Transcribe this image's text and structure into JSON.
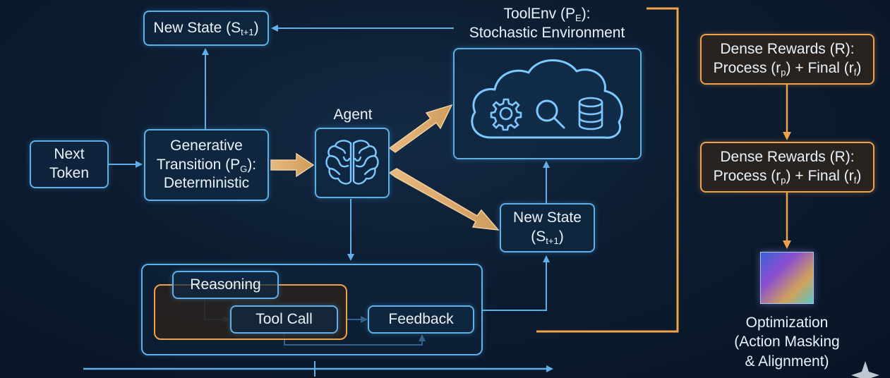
{
  "nodes": {
    "next_token": {
      "line1": "Next",
      "line2": "Token"
    },
    "new_state_top": {
      "text": "New State (S",
      "sub": "t+1",
      "close": ")"
    },
    "generative": {
      "line1": "Generative",
      "line2_pre": "Transition (P",
      "line2_sub": "G",
      "line2_post": "):",
      "line3": "Deterministic"
    },
    "agent": {
      "label": "Agent"
    },
    "toolenv": {
      "line1_pre": "ToolEnv (P",
      "line1_sub": "E",
      "line1_post": "):",
      "line2": "Stochastic Environment"
    },
    "new_state_mid": {
      "line1": "New State",
      "line2_pre": "(S",
      "line2_sub": "t+1",
      "line2_post": ")"
    },
    "reasoning": {
      "label": "Reasoning"
    },
    "tool_call": {
      "label": "Tool Call"
    },
    "feedback": {
      "label": "Feedback"
    },
    "dense_rewards": [
      {
        "line1": "Dense Rewards (R):",
        "l2a": "Process (r",
        "l2a_sub": "p",
        "l2b": ") + Final (r",
        "l2b_sub": "f",
        "l2c": ")"
      },
      {
        "line1": "Dense Rewards (R):",
        "l2a": "Process (r",
        "l2a_sub": "p",
        "l2b": ") + Final (r",
        "l2b_sub": "f",
        "l2c": ")"
      }
    ],
    "optimization": {
      "line1": "Optimization",
      "line2": "(Action Masking",
      "line3": "& Alignment)"
    }
  },
  "icons": [
    "brain-icon",
    "gear-icon",
    "magnifier-icon",
    "database-icon",
    "cloud-icon"
  ],
  "colors": {
    "blue": "#5fb0e8",
    "orange": "#f0a24a",
    "background": "#0c1c30",
    "text": "#eaf2fa"
  }
}
